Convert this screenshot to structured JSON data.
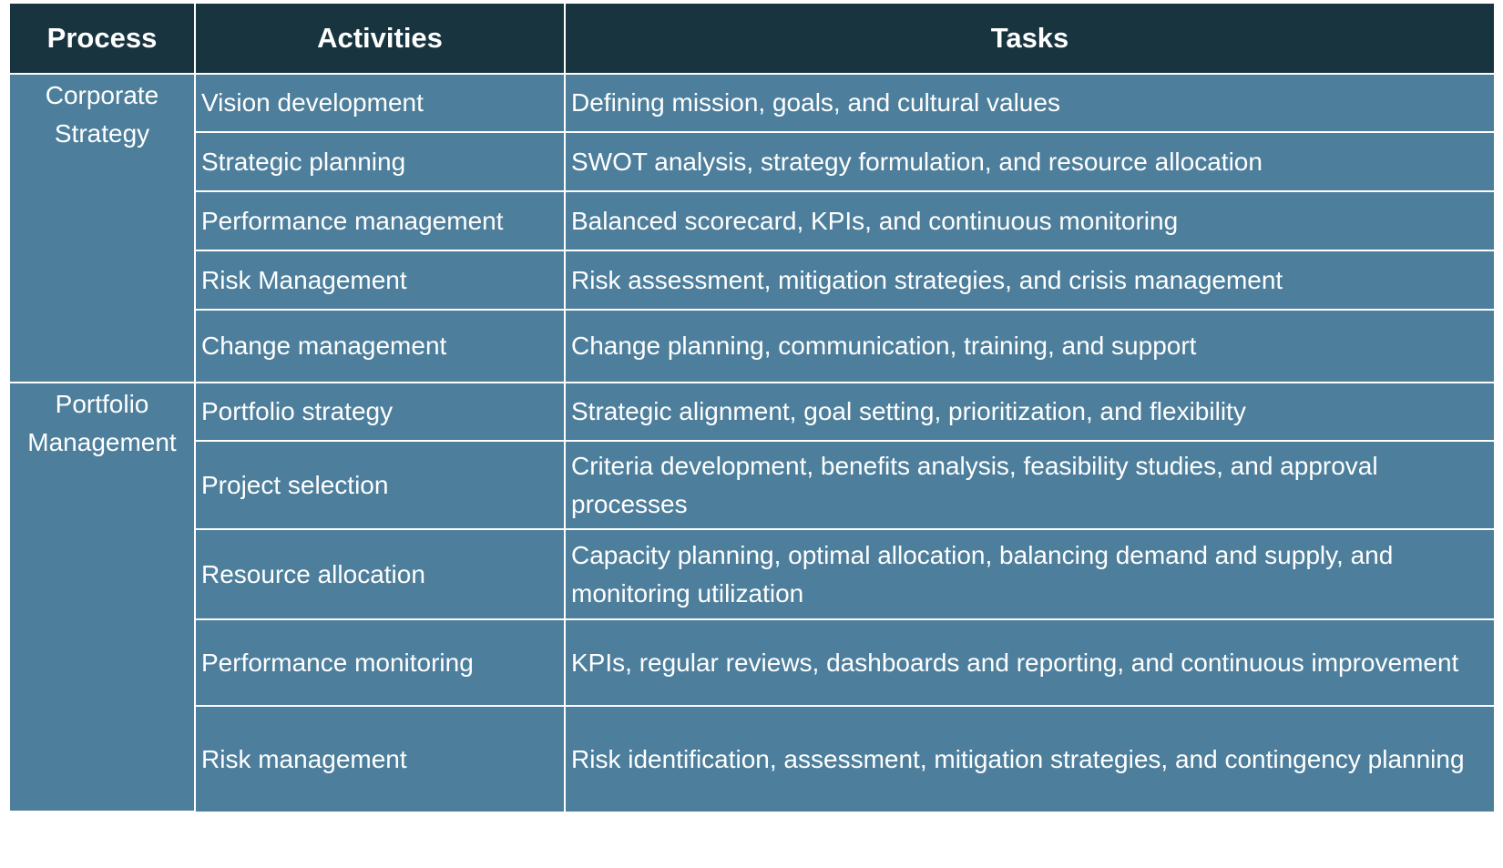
{
  "headers": {
    "process": "Process",
    "activities": "Activities",
    "tasks": "Tasks"
  },
  "groups": [
    {
      "process": "Corporate Strategy",
      "rows": [
        {
          "activity": "Vision development",
          "tasks": "Defining mission, goals, and cultural values"
        },
        {
          "activity": "Strategic planning",
          "tasks": "SWOT analysis, strategy formulation, and resource allocation"
        },
        {
          "activity": "Performance management",
          "tasks": "Balanced scorecard, KPIs, and continuous monitoring"
        },
        {
          "activity": "Risk Management",
          "tasks": "Risk assessment, mitigation strategies, and crisis management"
        },
        {
          "activity": "Change management",
          "tasks": "Change planning, communication, training, and support"
        }
      ]
    },
    {
      "process": "Portfolio Management",
      "rows": [
        {
          "activity": "Portfolio strategy",
          "tasks": "Strategic alignment, goal setting, prioritization, and flexibility"
        },
        {
          "activity": "Project selection",
          "tasks": "Criteria development, benefits analysis, feasibility studies, and approval processes"
        },
        {
          "activity": "Resource allocation",
          "tasks": "Capacity planning, optimal allocation, balancing demand and supply, and monitoring utilization"
        },
        {
          "activity": "Performance monitoring",
          "tasks": "KPIs, regular reviews, dashboards and reporting, and continuous improvement"
        },
        {
          "activity": "Risk management",
          "tasks": "Risk identification, assessment, mitigation strategies, and contingency planning"
        }
      ]
    }
  ],
  "colors": {
    "header_background": "#18343f",
    "cell_background": "#4d7f9c",
    "text": "#ffffff",
    "border": "#ffffff"
  }
}
